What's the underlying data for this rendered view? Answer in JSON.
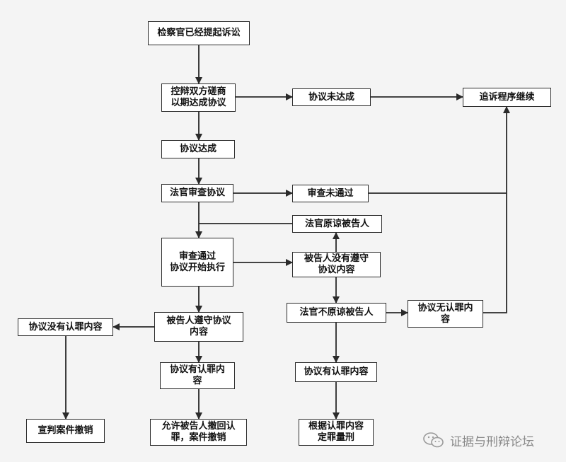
{
  "nodes": {
    "n1": "检察官已经提起诉讼",
    "n2": "控辩双方磋商\n以期达成协议",
    "n3": "协议未达成",
    "n4": "追诉程序继续",
    "n5": "协议达成",
    "n6": "法官审查协议",
    "n7": "审查未通过",
    "n8": "法官原谅被告人",
    "n9": "审查通过\n协议开始执行",
    "n10": "被告人没有遵守\n协议内容",
    "n11": "协议没有认罪内容",
    "n12": "被告人遵守协议\n内容",
    "n13": "法官不原谅被告人",
    "n14": "协议无认罪内\n容",
    "n15": "协议有认罪内\n容",
    "n16": "协议有认罪内容",
    "n17": "宣判案件撤销",
    "n18": "允许被告人撤回认\n罪，案件撤销",
    "n19": "根据认罪内容\n定罪量刑"
  },
  "watermark": {
    "text": "证据与刑辩论坛",
    "icon": "wechat-icon"
  }
}
